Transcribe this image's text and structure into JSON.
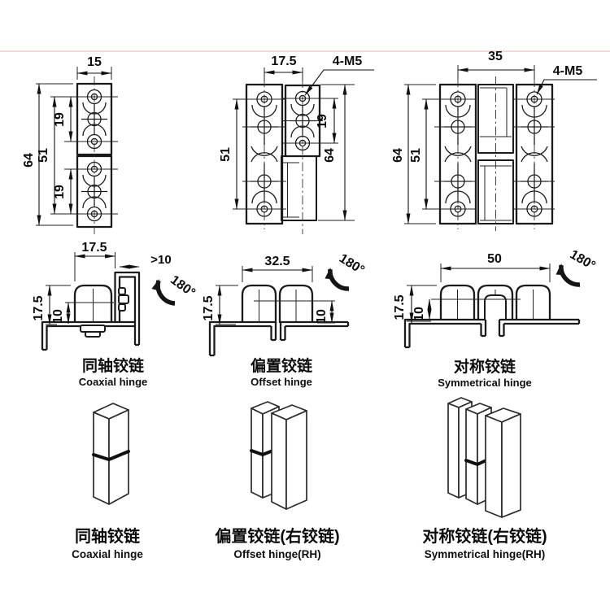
{
  "page": {
    "background": "#ffffff",
    "line_color": "#1b1b1b",
    "watermark_line_color": "#f2cbcb"
  },
  "columns": [
    {
      "name": "coaxial",
      "top_view": {
        "width": "15",
        "total_height": "64",
        "inner_height": "51",
        "hole_span_top": "19",
        "hole_span_bottom": "19"
      },
      "side_view": {
        "width": "17.5",
        "min_clearance": ">10",
        "rotation": "180°",
        "height": "17.5",
        "inner_height": "10"
      },
      "type_label_cn": "同轴铰链",
      "type_label_en": "Coaxial hinge",
      "product_label_cn": "同轴铰链",
      "product_label_en": "Coaxial hinge"
    },
    {
      "name": "offset",
      "top_view": {
        "width": "17.5",
        "thread_callout": "4-M5",
        "hole_span": "19",
        "inner_height": "51",
        "total_height": "64"
      },
      "side_view": {
        "width": "32.5",
        "rotation": "180°",
        "height": "17.5",
        "inner_height": "10"
      },
      "type_label_cn": "偏置铰链",
      "type_label_en": "Offset hinge",
      "product_label_cn": "偏置铰链(右铰链)",
      "product_label_en": "Offset hinge(RH)"
    },
    {
      "name": "symmetrical",
      "top_view": {
        "width": "35",
        "thread_callout": "4-M5",
        "total_height": "64",
        "inner_height": "51"
      },
      "side_view": {
        "width": "50",
        "rotation": "180°",
        "height": "17.5",
        "inner_height": "10"
      },
      "type_label_cn": "对称铰链",
      "type_label_en": "Symmetrical hinge",
      "product_label_cn": "对称铰链(右铰链)",
      "product_label_en": "Symmetrical hinge(RH)"
    }
  ]
}
